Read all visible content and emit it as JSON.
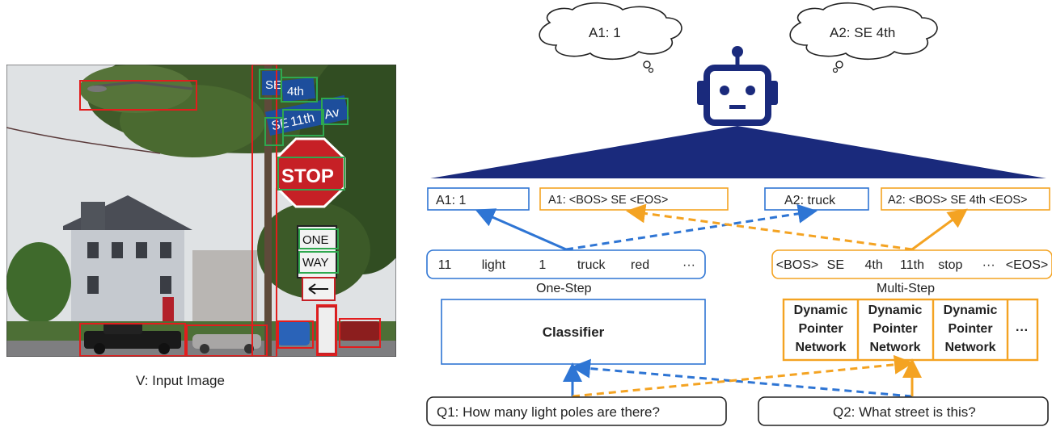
{
  "image": {
    "caption": "V: Input Image",
    "signs": {
      "se_4th": [
        "SE",
        "4th"
      ],
      "se_11th": [
        "SE",
        "11th",
        "Av"
      ],
      "stop": "STOP",
      "one_way": [
        "ONE",
        "WAY"
      ]
    }
  },
  "thoughts": {
    "a1": "A1: 1",
    "a2": "A2: SE 4th"
  },
  "answers": {
    "a1_one_step": "A1: 1",
    "a1_multi_step": "A1: <BOS> SE <EOS>",
    "a2_one_step": "A2: truck",
    "a2_multi_step": "A2: <BOS> SE 4th <EOS>"
  },
  "vocab": {
    "one_step_tokens": [
      "11",
      "light",
      "1",
      "truck",
      "red",
      "···"
    ],
    "multi_step_tokens": [
      "<BOS>",
      "SE",
      "4th",
      "11th",
      "stop",
      "···",
      "<EOS>"
    ],
    "one_step_label": "One-Step",
    "multi_step_label": "Multi-Step"
  },
  "models": {
    "classifier": "Classifier",
    "pointer_cells": [
      [
        "Dynamic",
        "Pointer",
        "Network"
      ],
      [
        "Dynamic",
        "Pointer",
        "Network"
      ],
      [
        "Dynamic",
        "Pointer",
        "Network"
      ]
    ],
    "pointer_more": "···"
  },
  "questions": {
    "q1": "Q1: How many light poles are there?",
    "q2": "Q2: What street is this?"
  },
  "colors": {
    "blue": "#2e75d4",
    "orange": "#f4a322",
    "navy": "#1a2a7c",
    "red_box": "#e21d1d",
    "green_box": "#2fa84f"
  }
}
